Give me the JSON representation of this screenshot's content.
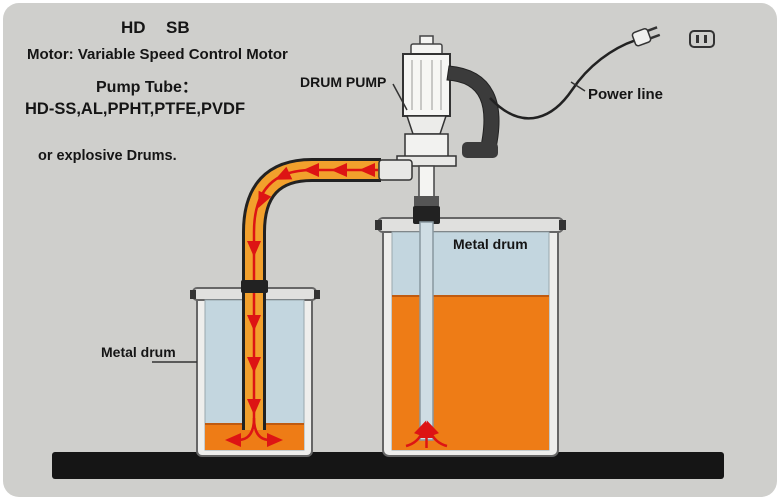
{
  "diagram": {
    "model_hd": "HD",
    "model_sb": "SB",
    "motor_line": "Motor: Variable Speed Control Motor",
    "pump_tube_heading": "Pump Tube：",
    "pump_tube_materials": "HD-SS,AL,PPHT,PTFE,PVDF",
    "explosive_note": "or explosive Drums.",
    "drum_pump_label": "DRUM PUMP",
    "power_line_label": "Power line",
    "metal_drum_large_label": "Metal drum",
    "metal_drum_small_label": "Metal drum"
  },
  "colors": {
    "background": "#cfcfcc",
    "floor_black": "#151515",
    "drum_interior": "#c3d6df",
    "liquid_orange": "#ee7c16",
    "hose_orange": "#f2a02c",
    "arrow_red": "#dd1414"
  }
}
